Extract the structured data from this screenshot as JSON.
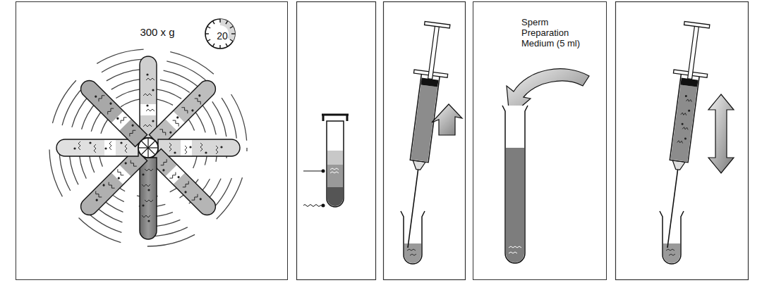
{
  "diagram": {
    "nodes": [
      {
        "text": [
          "300 x g"
        ]
      },
      {
        "text": [
          "20"
        ],
        "in": 0
      },
      {
        "text": [
          "Sperm Preparation Medium (5 ml)"
        ]
      }
    ]
  }
}
